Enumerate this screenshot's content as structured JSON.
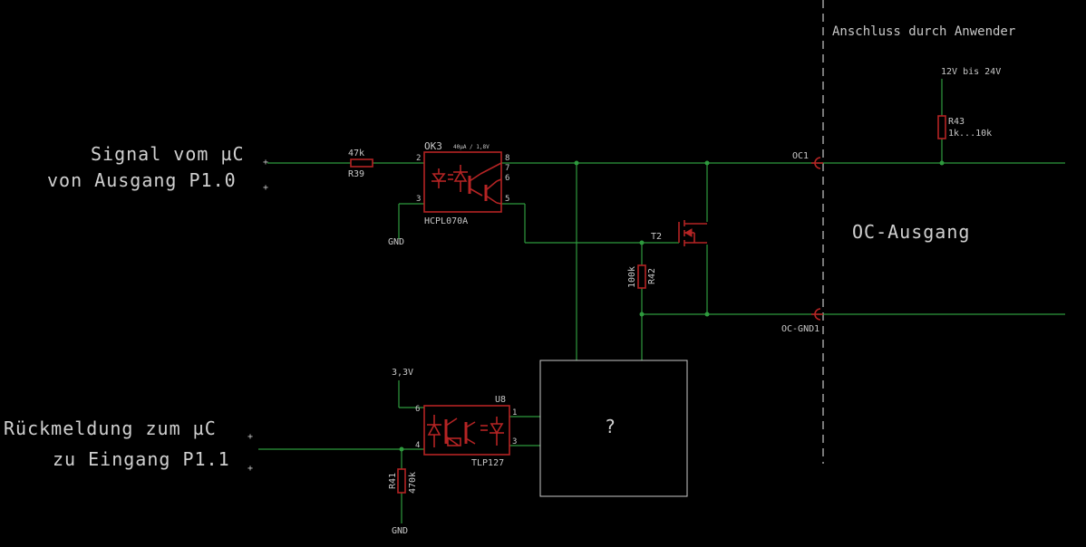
{
  "labels": {
    "user_connection": "Anschluss durch Anwender",
    "signal_line1": "Signal vom µC",
    "signal_line2": "von Ausgang P1.0",
    "feedback_line1": "Rückmeldung zum µC",
    "feedback_line2": "zu Eingang P1.1",
    "oc_output": "OC-Ausgang",
    "unknown_block": "?"
  },
  "components": {
    "r39": {
      "name": "R39",
      "value": "47k"
    },
    "ok3": {
      "name": "OK3",
      "part": "HCPL070A",
      "rating": "40µA / 1,8V",
      "pins": [
        "2",
        "3",
        "8",
        "7",
        "6",
        "5"
      ]
    },
    "t2": {
      "name": "T2"
    },
    "r42": {
      "name": "R42",
      "value": "100k"
    },
    "r43": {
      "name": "R43",
      "value": "1k...10k"
    },
    "u8": {
      "name": "U8",
      "part": "TLP127",
      "pins": [
        "6",
        "4",
        "1",
        "3"
      ]
    },
    "r41": {
      "name": "R41",
      "value": "470k"
    }
  },
  "nets": {
    "gnd_top": "GND",
    "gnd_bottom": "GND",
    "v33": "3,3V",
    "supply": "12V bis 24V",
    "oc1": "OC1",
    "oc_gnd1": "OC-GND1"
  }
}
